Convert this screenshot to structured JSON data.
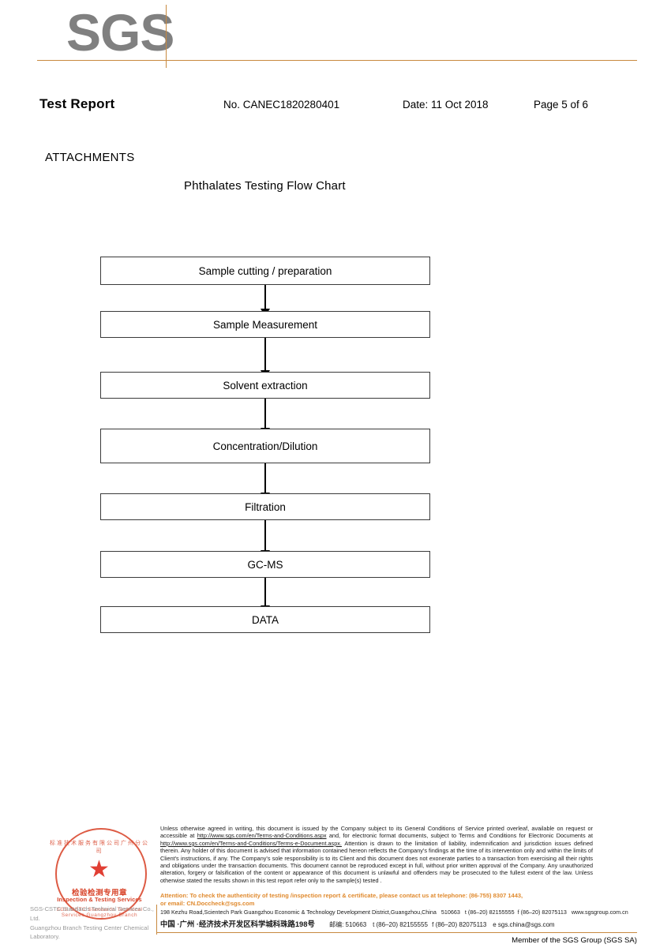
{
  "brand": {
    "logo_text": "SGS",
    "accent_color": "#c8893f",
    "logo_color": "#808080",
    "attention_color": "#e08a2e",
    "seal_color": "#d8442a"
  },
  "header": {
    "title": "Test Report",
    "report_no": "No. CANEC1820280401",
    "date": "Date: 11 Oct 2018",
    "page": "Page 5 of 6"
  },
  "body": {
    "section_title": "ATTACHMENTS",
    "chart_title": "Phthalates Testing Flow Chart"
  },
  "flowchart": {
    "type": "flow",
    "steps": [
      "Sample cutting / preparation",
      "Sample Measurement",
      "Solvent extraction",
      "Concentration/Dilution",
      "Filtration",
      "GC-MS",
      "DATA"
    ]
  },
  "seal": {
    "arc_top": "标准技术服务有限公司广州分公司",
    "star": "★",
    "line_cn": "检验检测专用章",
    "line_en": "Inspection & Testing Services",
    "arc_bottom": "SGS-CSTC Standards Technical Services Guangzhou Branch"
  },
  "lab": {
    "name_line1": "SGS-CSTC Standards Technical Services Co., Ltd.",
    "name_line2": "Guangzhou Branch Testing Center Chemical Laboratory."
  },
  "legal": {
    "paragraph_1": "Unless otherwise agreed in writing, this document is issued by the Company subject to its General Conditions of Service printed overleaf, available on request or accessible at ",
    "link_1": "http://www.sgs.com/en/Terms-and-Conditions.aspx",
    "paragraph_2": " and, for electronic format documents, subject to Terms and Conditions for Electronic Documents at ",
    "link_2": "http://www.sgs.com/en/Terms-and-Conditions/Terms-e-Document.aspx.",
    "paragraph_3": " Attention is drawn to the limitation of liability, indemnification and jurisdiction issues defined therein. Any holder of this document is advised that information contained hereon reflects the Company's findings at the time of its intervention only and within the limits of Client's instructions, if any. The Company's sole responsibility is to its Client and this document does not exonerate parties to a transaction from exercising all their rights and obligations under the transaction documents. This document cannot be reproduced except in full, without prior written approval of the Company. Any unauthorized alteration, forgery or falsification of the content or appearance of this document is unlawful and offenders may be prosecuted to the fullest extent of the law. Unless otherwise stated the results shown in this test report refer only to the sample(s) tested ."
  },
  "attention": {
    "line1": "Attention: To check the authenticity of testing /inspection report & certificate, please contact us at telephone: (86-755) 8307 1443,",
    "line2": "or email: CN.Doccheck@sgs.com"
  },
  "address": {
    "en_street": "198 Kezhu Road,Scientech Park Guangzhou Economic & Technology Development District,Guangzhou,China",
    "en_zip": "510663",
    "en_tel": "t (86–20) 82155555",
    "en_fax": "f (86–20) 82075113",
    "en_web": "www.sgsgroup.com.cn",
    "cn_street": "中国 ·广州 ·经济技术开发区科学城科珠路198号",
    "cn_zip_label": "邮编: 510663",
    "cn_tel": "t (86–20) 82155555",
    "cn_fax": "f (86–20) 82075113",
    "cn_email": "e sgs.china@sgs.com"
  },
  "footer": {
    "member": "Member of the SGS Group (SGS SA)"
  }
}
